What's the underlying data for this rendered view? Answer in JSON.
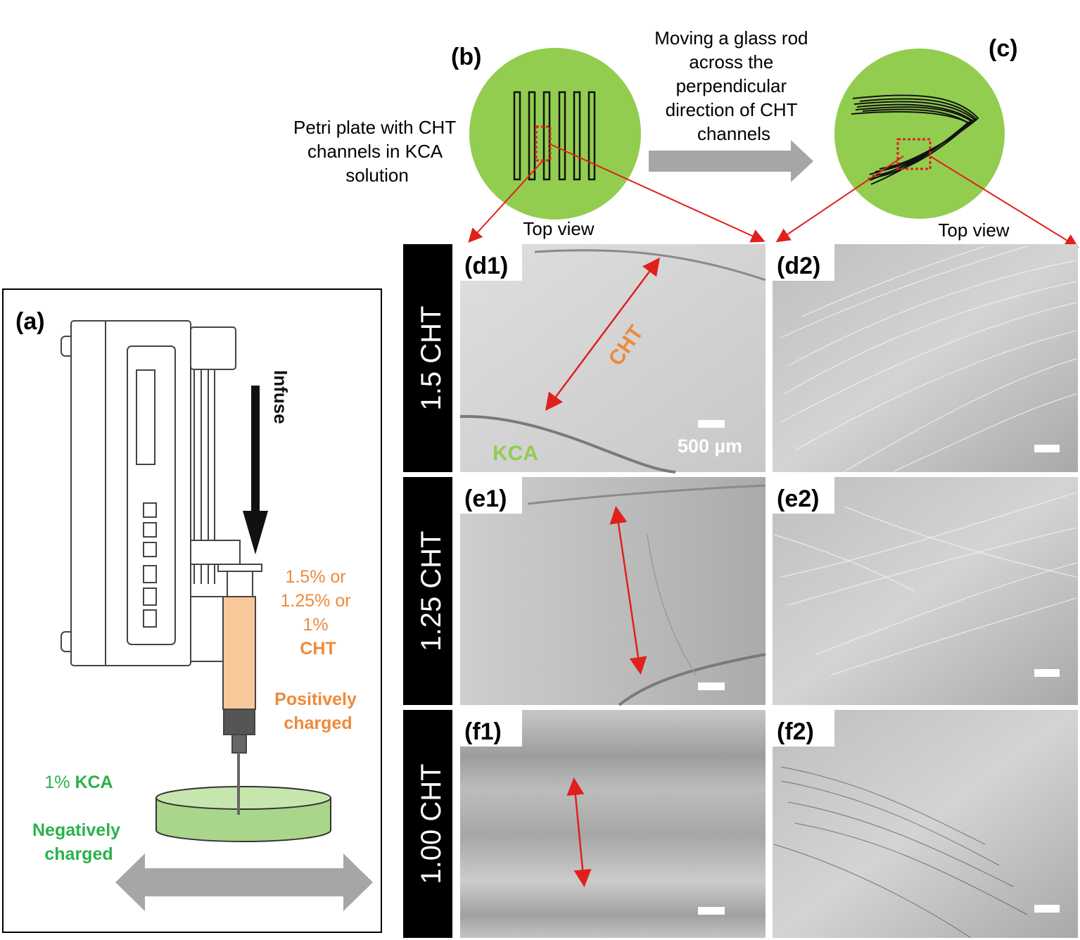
{
  "panel_labels": {
    "a": "(a)",
    "b": "(b)",
    "c": "(c)",
    "d1": "(d1)",
    "d2": "(d2)",
    "e1": "(e1)",
    "e2": "(e2)",
    "f1": "(f1)",
    "f2": "(f2)"
  },
  "panel_b": {
    "caption_lines": [
      "Petri plate with CHT",
      "channels in KCA",
      "solution"
    ],
    "view_label": "Top view"
  },
  "panel_c": {
    "view_label": "Top view"
  },
  "process_arrow": {
    "caption_lines": [
      "Moving a glass rod",
      "across the",
      "perpendicular",
      "direction of CHT",
      "channels"
    ]
  },
  "panel_a": {
    "infuse_label": "Infuse",
    "cht_lines": [
      "1.5% or",
      "1.25% or",
      "1%",
      "CHT"
    ],
    "cht_charge_lines": [
      "Positively",
      "charged"
    ],
    "kca_percent": "1%",
    "kca_name": "KCA",
    "kca_charge_lines": [
      "Negatively",
      "charged"
    ]
  },
  "rows": [
    {
      "label": "1.5 CHT"
    },
    {
      "label": "1.25 CHT"
    },
    {
      "label": "1.00 CHT"
    }
  ],
  "micrograph_annotations": {
    "cht": "CHT",
    "kca": "KCA",
    "scale_bar": "500 µm"
  },
  "colors": {
    "petri_green": "#92cd50",
    "cht_orange": "#ee8a3a",
    "kca_green": "#2bb24c",
    "annotation_red": "#e0201b",
    "arrow_gray": "#a6a6a6",
    "syringe_fill": "#f8c89a",
    "dish_fill": "#a9d68b"
  }
}
